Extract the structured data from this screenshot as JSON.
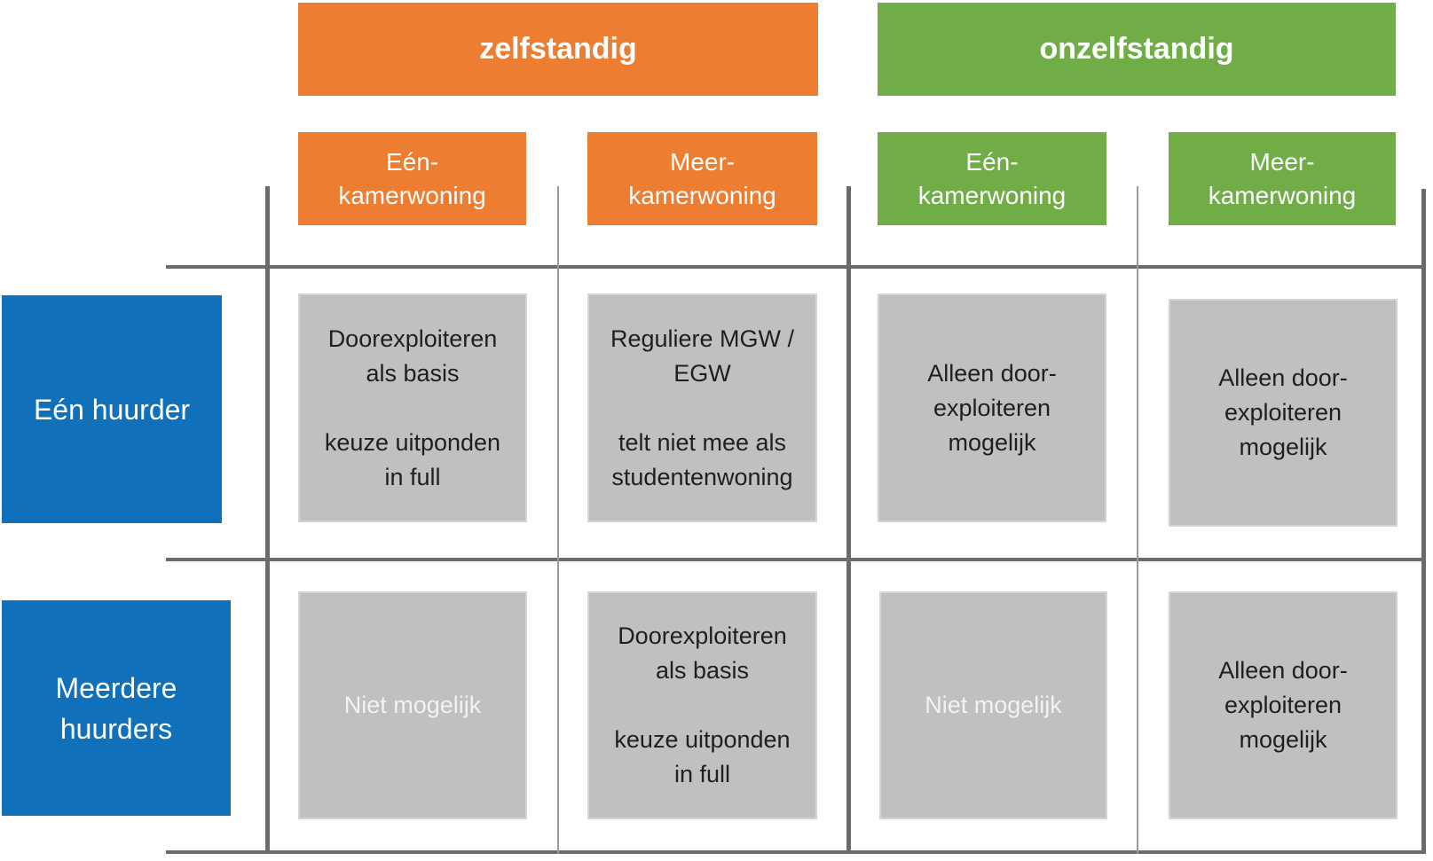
{
  "colors": {
    "orange": "#ed7d31",
    "green": "#70ad47",
    "blue": "#1070ba",
    "cell_gray": "#c0c0c0",
    "grid_line": "#6b6b6b"
  },
  "groups": {
    "zelfstandig": "zelfstandig",
    "onzelfstandig": "onzelfstandig"
  },
  "columns": {
    "z_een": [
      "Eén-",
      "kamerwoning"
    ],
    "z_meer": [
      "Meer-",
      "kamerwoning"
    ],
    "o_een": [
      "Eén-",
      "kamerwoning"
    ],
    "o_meer": [
      "Meer-",
      "kamerwoning"
    ]
  },
  "rows": {
    "een": [
      "Eén huurder"
    ],
    "meer": [
      "Meerdere",
      "huurders"
    ]
  },
  "cells": {
    "r1c1": {
      "a": [
        "Doorexploiteren",
        "als basis"
      ],
      "b": [
        "keuze uitponden",
        "in full"
      ]
    },
    "r1c2": {
      "a": [
        "Reguliere MGW /",
        "EGW"
      ],
      "b": [
        "telt niet mee als",
        "studentenwoning"
      ]
    },
    "r1c3": {
      "a": [
        "Alleen door-",
        "exploiteren",
        "mogelijk"
      ]
    },
    "r1c4": {
      "a": [
        "Alleen door-",
        "exploiteren",
        "mogelijk"
      ]
    },
    "r2c1": {
      "a": [
        "Niet mogelijk"
      ]
    },
    "r2c2": {
      "a": [
        "Doorexploiteren",
        "als basis"
      ],
      "b": [
        "keuze uitponden",
        "in full"
      ]
    },
    "r2c3": {
      "a": [
        "Niet mogelijk"
      ]
    },
    "r2c4": {
      "a": [
        "Alleen door-",
        "exploiteren",
        "mogelijk"
      ]
    }
  }
}
